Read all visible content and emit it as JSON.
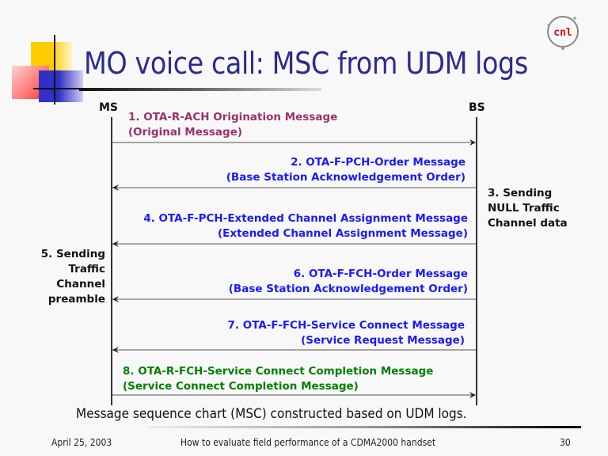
{
  "slide": {
    "title": "MO voice call: MSC from UDM logs",
    "logo_text": "cnl",
    "caption": "Message sequence chart (MSC) constructed based on UDM logs."
  },
  "diagram": {
    "actors": {
      "left": "MS",
      "right": "BS"
    },
    "messages": [
      {
        "num": "1.",
        "name": "OTA-R-ACH Origination Message",
        "subtitle": "(Original Message)",
        "direction": "MS→BS",
        "color": "#993366"
      },
      {
        "num": "2.",
        "name": "OTA-F-PCH-Order Message",
        "subtitle": "(Base Station Acknowledgement Order)",
        "direction": "BS→MS",
        "color": "#1a1aff"
      },
      {
        "num": "4.",
        "name": "OTA-F-PCH-Extended Channel Assignment Message",
        "subtitle": "(Extended Channel Assignment Message)",
        "direction": "BS→MS",
        "color": "#1a1aff"
      },
      {
        "num": "6.",
        "name": "OTA-F-FCH-Order Message",
        "subtitle": "(Base Station Acknowledgement Order)",
        "direction": "BS→MS",
        "color": "#1a1aff"
      },
      {
        "num": "7.",
        "name": "OTA-F-FCH-Service Connect Message",
        "subtitle": "(Service Request Message)",
        "direction": "BS→MS",
        "color": "#1a1aff"
      },
      {
        "num": "8.",
        "name": "OTA-R-FCH-Service Connect Completion Message",
        "subtitle": "(Service Connect Completion Message)",
        "direction": "MS→BS",
        "color": "#008000"
      }
    ],
    "msg_lines": [
      "1.  OTA-R-ACH Origination Message",
      "(Original Message)",
      "2.  OTA-F-PCH-Order Message",
      "(Base Station Acknowledgement Order)",
      "4.  OTA-F-PCH-Extended Channel Assignment Message",
      "(Extended Channel Assignment Message)",
      "6.  OTA-F-FCH-Order Message",
      "(Base Station Acknowledgement Order)",
      "7.  OTA-F-FCH-Service Connect Message",
      "(Service Request Message)",
      "8.  OTA-R-FCH-Service Connect Completion Message",
      "(Service Connect Completion Message)"
    ],
    "notes": {
      "bs_note": [
        "3.  Sending",
        "NULL Traffic",
        "Channel data"
      ],
      "ms_note": [
        "5.  Sending",
        "Traffic",
        "Channel",
        "preamble"
      ]
    }
  },
  "footer": {
    "date": "April 25, 2003",
    "center": "How to evaluate field performance of a CDMA2000 handset",
    "page": "30"
  }
}
